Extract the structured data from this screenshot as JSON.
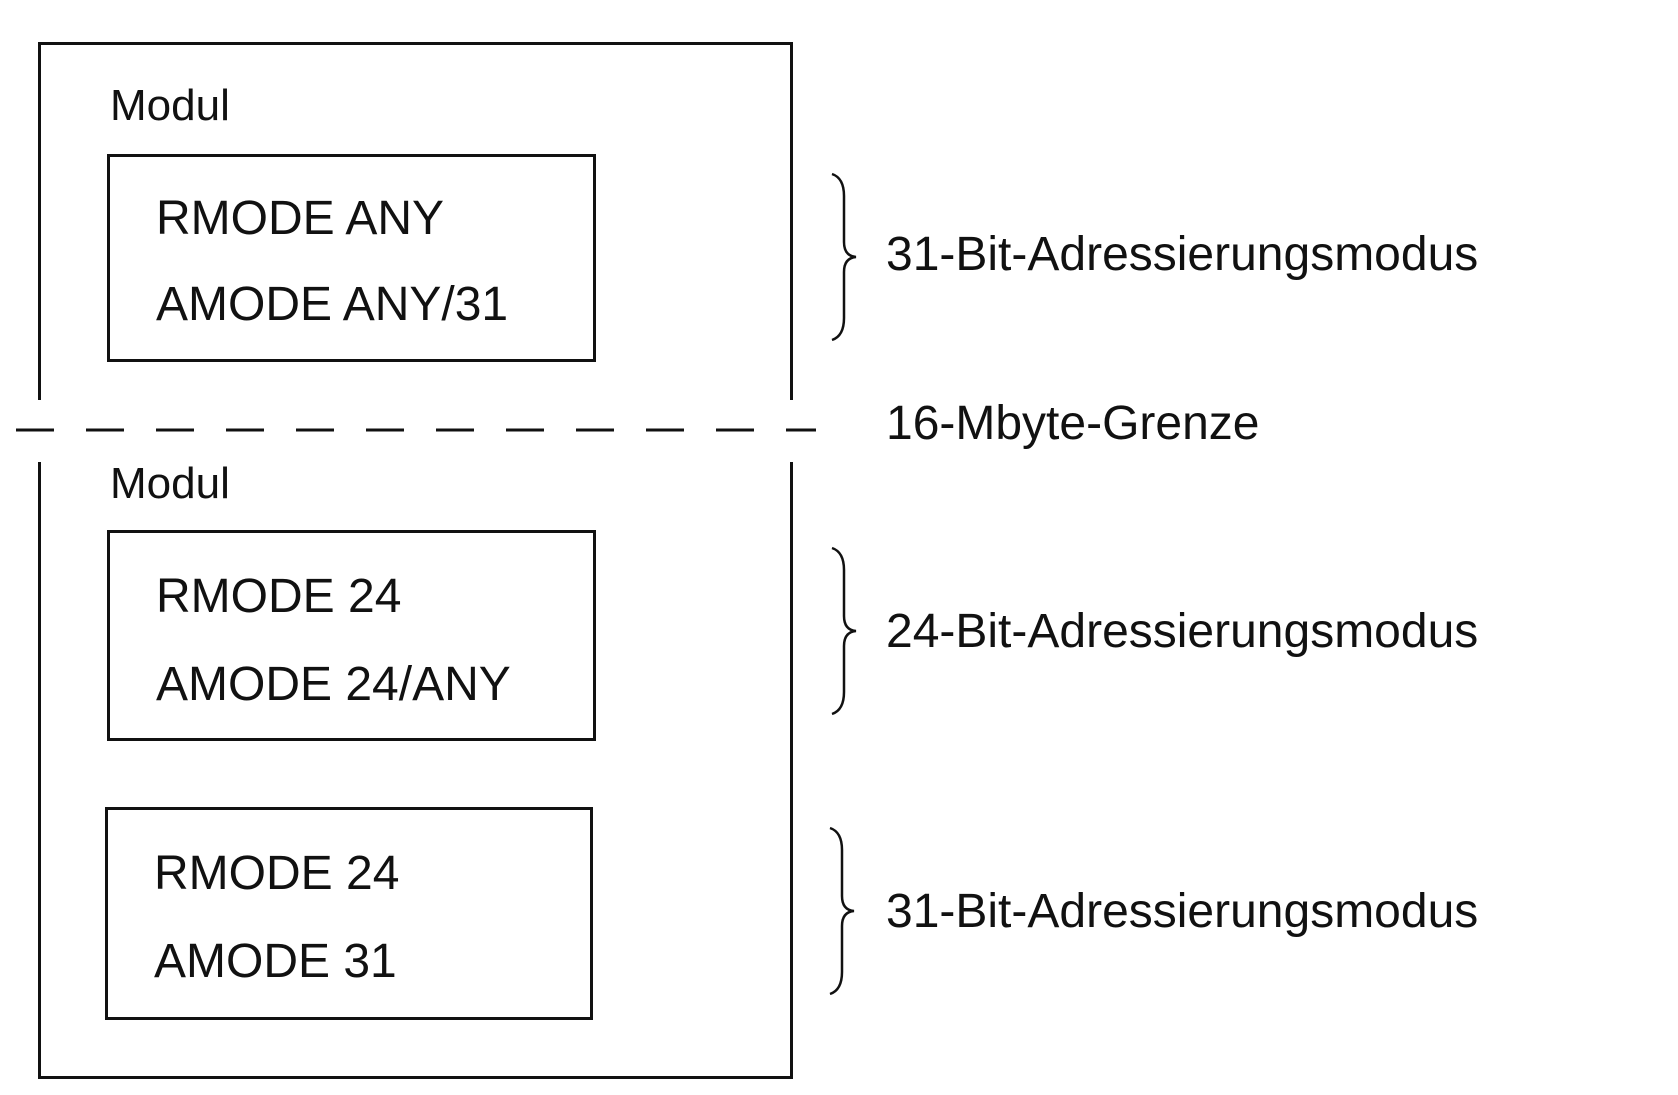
{
  "upper_region": {
    "module_label": "Modul",
    "box": {
      "line1": "RMODE ANY",
      "line2": "AMODE ANY/31"
    },
    "annotation": "31-Bit-Adressierungsmodus"
  },
  "boundary": {
    "label": "16-Mbyte-Grenze"
  },
  "lower_region": {
    "module_label": "Modul",
    "boxes": [
      {
        "line1": "RMODE 24",
        "line2": "AMODE 24/ANY",
        "annotation": "24-Bit-Adressierungsmodus"
      },
      {
        "line1": "RMODE 24",
        "line2": "AMODE 31",
        "annotation": "31-Bit-Adressierungsmodus"
      }
    ]
  }
}
